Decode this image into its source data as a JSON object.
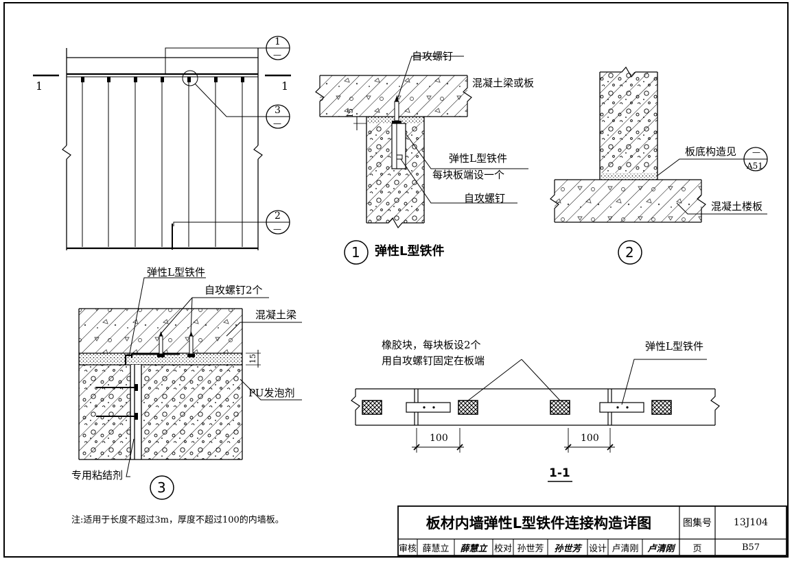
{
  "drawing": {
    "elevation": {
      "section_mark": "1",
      "callout_1": {
        "num": "1",
        "sheet": "—"
      },
      "callout_2": {
        "num": "2",
        "sheet": "—"
      },
      "callout_3": {
        "num": "3",
        "sheet": "—"
      }
    },
    "detail_1": {
      "screw_label": "自攻螺钉",
      "beam_label": "混凝土梁或板",
      "dim_15": "15",
      "bracket_label": "弹性L型铁件",
      "bracket_note": "每块板端设一个",
      "screw_label_2": "自攻螺钉",
      "num": "1",
      "title": "弹性L型铁件"
    },
    "detail_2": {
      "ref_label": "板底构造见",
      "ref_num": "—",
      "ref_sheet": "A51",
      "slab_label": "混凝土楼板",
      "num": "2"
    },
    "detail_3": {
      "bracket_label": "弹性L型铁件",
      "screws_label": "自攻螺钉2个",
      "beam_label": "混凝土梁",
      "dim_15": "15",
      "foam_label": "PU发泡剂",
      "adhesive_label": "专用粘结剂",
      "num": "3"
    },
    "section_1_1": {
      "rubber_label_line1": "橡胶块，每块板设2个",
      "rubber_label_line2": "用自攻螺钉固定在板端",
      "bracket_label": "弹性L型铁件",
      "dim_left": "100",
      "dim_right": "100",
      "title": "1-1"
    },
    "note": "注:适用于长度不超过3m，厚度不超过100的内墙板。"
  },
  "title_block": {
    "title": "板材内墙弹性L型铁件连接构造详图",
    "atlas_label": "图集号",
    "atlas_no": "13J104",
    "page_label": "页",
    "page_no": "B57",
    "review_label": "审核",
    "reviewer": "薛慧立",
    "reviewer_sig": "薛慧立",
    "check_label": "校对",
    "checker": "孙世芳",
    "checker_sig": "孙世芳",
    "design_label": "设计",
    "designer": "卢清刚",
    "designer_sig": "卢清刚"
  }
}
